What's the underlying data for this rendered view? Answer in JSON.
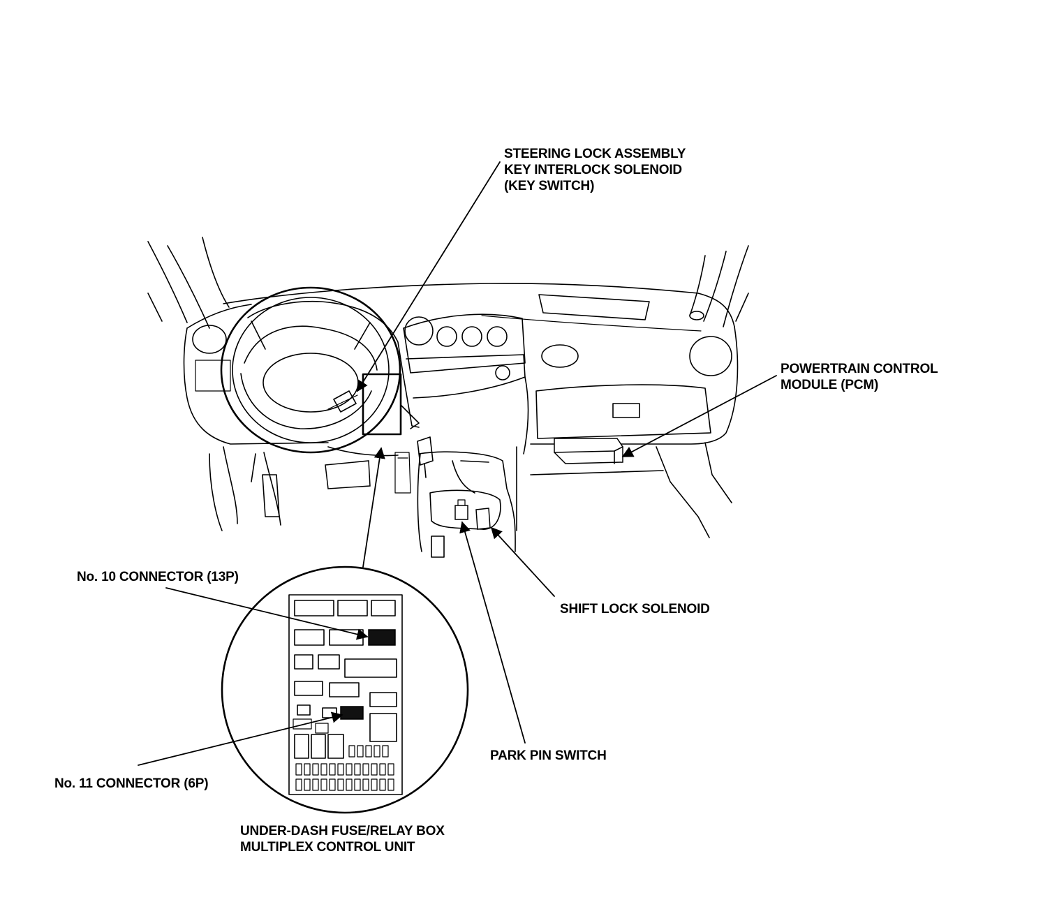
{
  "labels": {
    "steering_lock": [
      "STEERING LOCK ASSEMBLY",
      "KEY INTERLOCK SOLENOID",
      "(KEY SWITCH)"
    ],
    "pcm": [
      "POWERTRAIN CONTROL",
      "MODULE (PCM)"
    ],
    "no10_connector": "No. 10 CONNECTOR (13P)",
    "no11_connector": "No. 11 CONNECTOR (6P)",
    "shift_lock_solenoid": "SHIFT LOCK SOLENOID",
    "park_pin_switch": "PARK PIN SWITCH",
    "fuse_box": [
      "UNDER-DASH FUSE/RELAY BOX",
      "MULTIPLEX CONTROL UNIT"
    ]
  },
  "colors": {
    "ink": "#000000",
    "paper": "#ffffff"
  }
}
